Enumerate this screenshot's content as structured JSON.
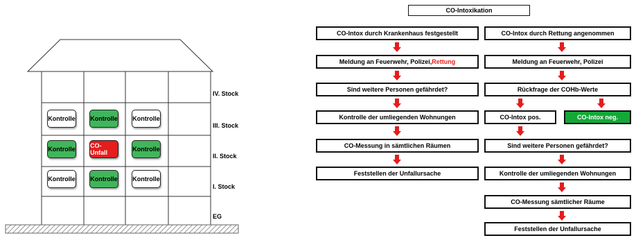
{
  "building": {
    "rooms": [
      {
        "label": "Kontrolle",
        "state": "neutral"
      },
      {
        "label": "Kontrolle",
        "state": "ok"
      },
      {
        "label": "Kontrolle",
        "state": "neutral"
      },
      {
        "label": "Kontrolle",
        "state": "ok"
      },
      {
        "label": "CO-Unfall",
        "state": "accident"
      },
      {
        "label": "Kontrolle",
        "state": "ok"
      },
      {
        "label": "Kontrolle",
        "state": "neutral"
      },
      {
        "label": "Kontrolle",
        "state": "ok"
      },
      {
        "label": "Kontrolle",
        "state": "neutral"
      }
    ],
    "floors": [
      "IV. Stock",
      "III. Stock",
      "II. Stock",
      "I. Stock",
      "EG"
    ]
  },
  "flowchart": {
    "title": "CO-Intoxikation",
    "left": {
      "start": "CO-Intox durch Krankenhaus festgestellt",
      "report_prefix": "Meldung an Feuerwehr, Polizei, ",
      "report_highlight": "Rettung",
      "question": "Sind weitere Personen gefährdet?",
      "check": "Kontrolle der umliegenden Wohnungen",
      "measure": "CO-Messung in sämtlichen Räumen",
      "cause": "Feststellen der Unfallursache"
    },
    "right": {
      "start": "CO-Intox durch Rettung angenommen",
      "report": "Meldung an Feuerwehr, Polizei",
      "query": "Rückfrage der COHb-Werte",
      "positive": "CO-Intox pos.",
      "negative": "CO-Intox neg.",
      "question": "Sind weitere Personen gefährdet?",
      "check": "Kontrolle der umliegenden Wohnungen",
      "measure": "CO-Messung sämtlicher Räume",
      "cause": "Feststellen der Unfallursache"
    }
  },
  "colors": {
    "ok_green": "#41b55b",
    "negative_green": "#14a838",
    "accident_red": "#e41d1d",
    "arrow_red": "#e41d1d"
  }
}
